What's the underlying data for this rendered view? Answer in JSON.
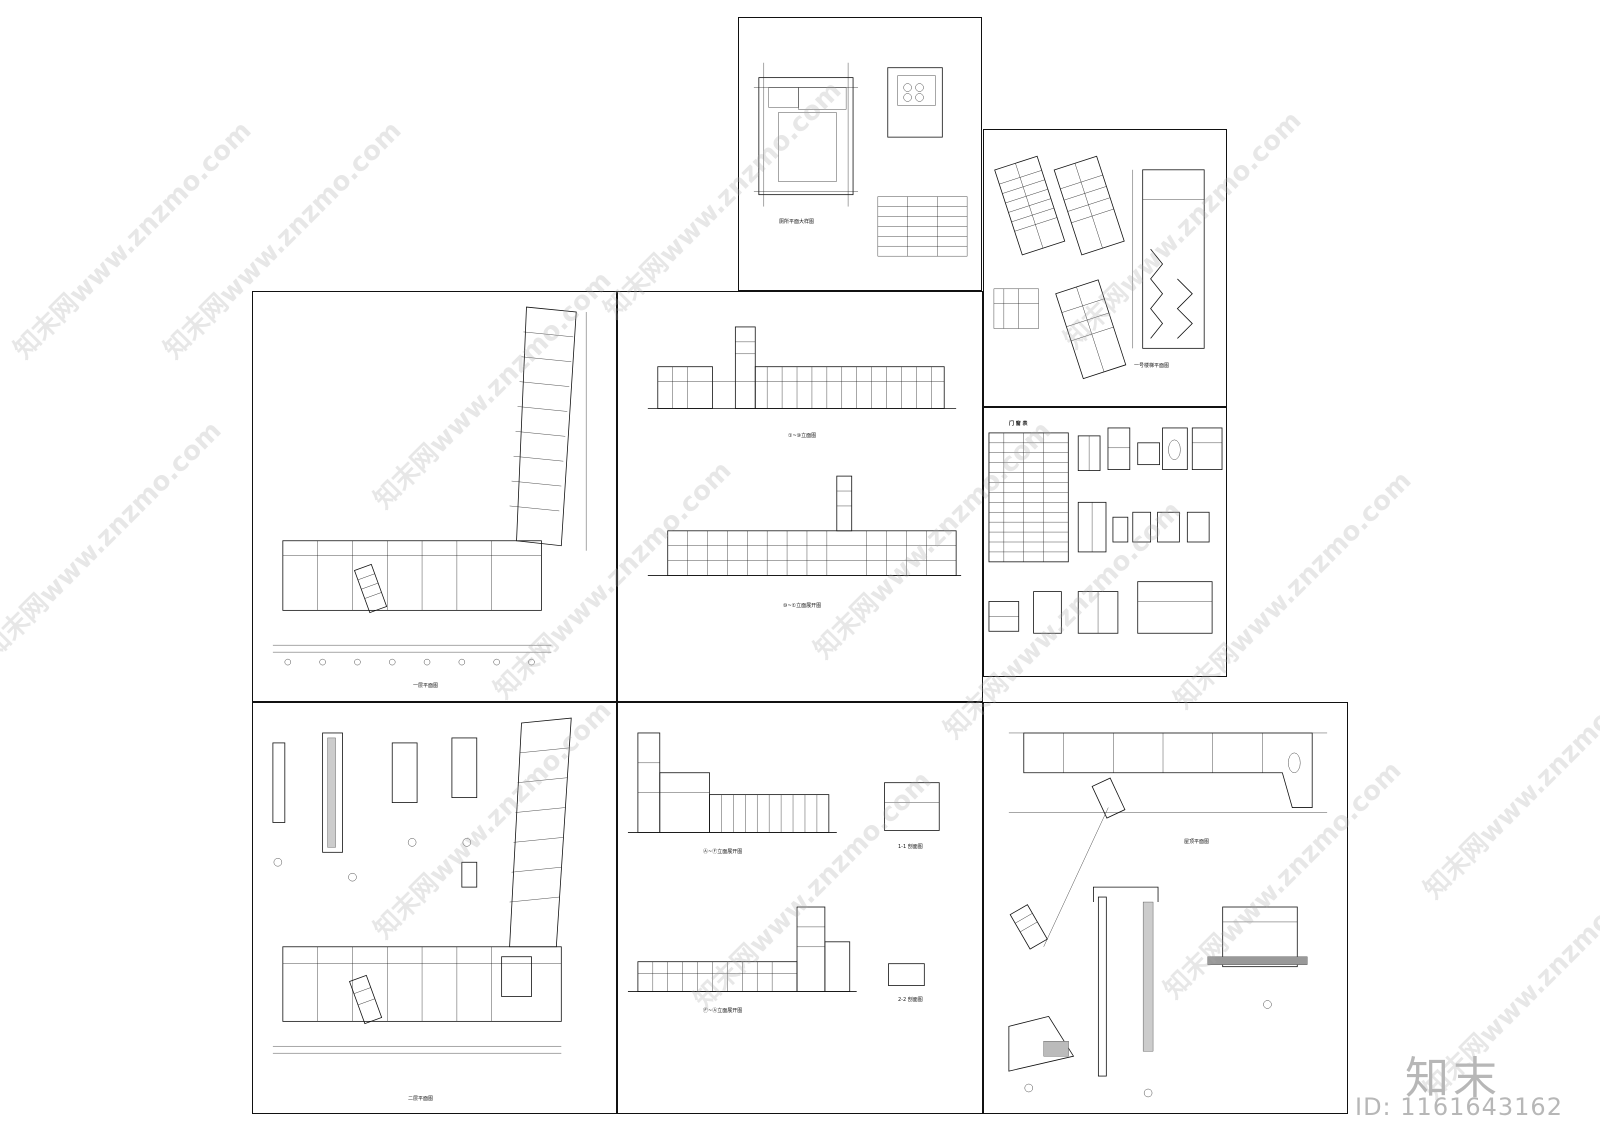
{
  "sheets": {
    "site_detail": {
      "caption": "厕所平面大样图"
    },
    "stair": {
      "caption": "一号楼梯平面图"
    },
    "door_window": {
      "caption": "门 窗 表"
    },
    "plan_1": {
      "caption": "一层平面图"
    },
    "elev_1": {
      "caption_a": "①~⑩立面图",
      "caption_b": "⑩~①立面展开图"
    },
    "plan_2": {
      "caption": "二层平面图"
    },
    "elev_2": {
      "caption_a": "Ⓐ~Ⓕ立面展开图",
      "caption_b": "Ⓕ~Ⓐ立面展开图",
      "section_a": "1-1 剖面图",
      "section_b": "2-2 剖面图"
    },
    "roof": {
      "caption": "屋顶平面图"
    }
  },
  "watermark": {
    "text": "知末网www.znzmo.com"
  },
  "brand": {
    "logo_text": "知末",
    "id_label": "ID: 1161643162"
  }
}
